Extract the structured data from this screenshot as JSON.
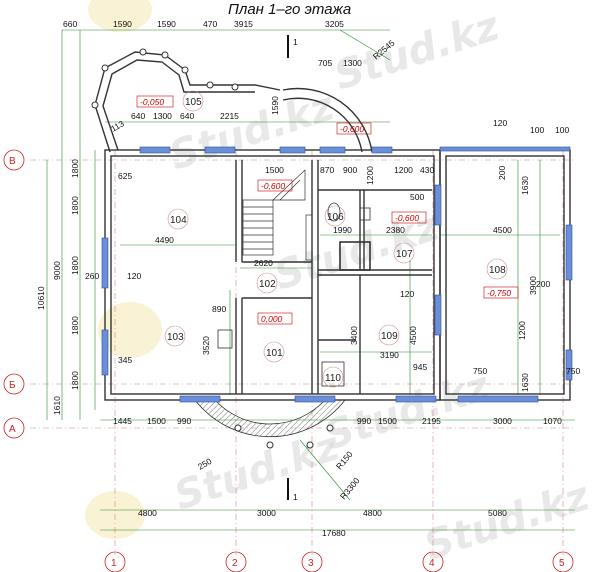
{
  "title": "План 1–го этажа",
  "watermark": "Stud.kz",
  "axes": {
    "letters": [
      "В",
      "Б",
      "А"
    ],
    "numbers": [
      "1",
      "2",
      "3",
      "4",
      "5"
    ]
  },
  "section_mark": "1",
  "rooms": [
    "104",
    "105",
    "106",
    "107",
    "108",
    "102",
    "103",
    "101",
    "109",
    "110"
  ],
  "levels": [
    "-0,050",
    "-0,600",
    "-0,600",
    "-0,600",
    "-0,750",
    "0,000"
  ],
  "dims_top": [
    "660",
    "1590",
    "1590",
    "470",
    "3915",
    "3205"
  ],
  "dims_top2": [
    "705",
    "1300",
    "640",
    "1300",
    "640",
    "2215"
  ],
  "dims_bottom": [
    "1445",
    "1500",
    "990",
    "990",
    "1500",
    "2195",
    "3000",
    "1070"
  ],
  "dims_bottom2": [
    "4800",
    "3000",
    "4800",
    "5080"
  ],
  "dim_total": "17680",
  "dims_left": [
    "1800",
    "1800",
    "1800",
    "1800",
    "1800",
    "1610"
  ],
  "dims_left_total": [
    "9000",
    "10610"
  ],
  "dims_inner": [
    "4490",
    "4500",
    "2620",
    "1990",
    "2380",
    "3190",
    "3900",
    "1500",
    "870",
    "900",
    "1200",
    "430",
    "120",
    "100",
    "100",
    "120",
    "260",
    "120",
    "200",
    "200",
    "625",
    "345",
    "945",
    "750",
    "750",
    "500",
    "1200",
    "1200",
    "3520",
    "3400",
    "4500",
    "1630",
    "1630"
  ],
  "radii": [
    "R2545",
    "R150",
    "R3300",
    "250"
  ],
  "misc": [
    "113",
    "890",
    "1590"
  ]
}
